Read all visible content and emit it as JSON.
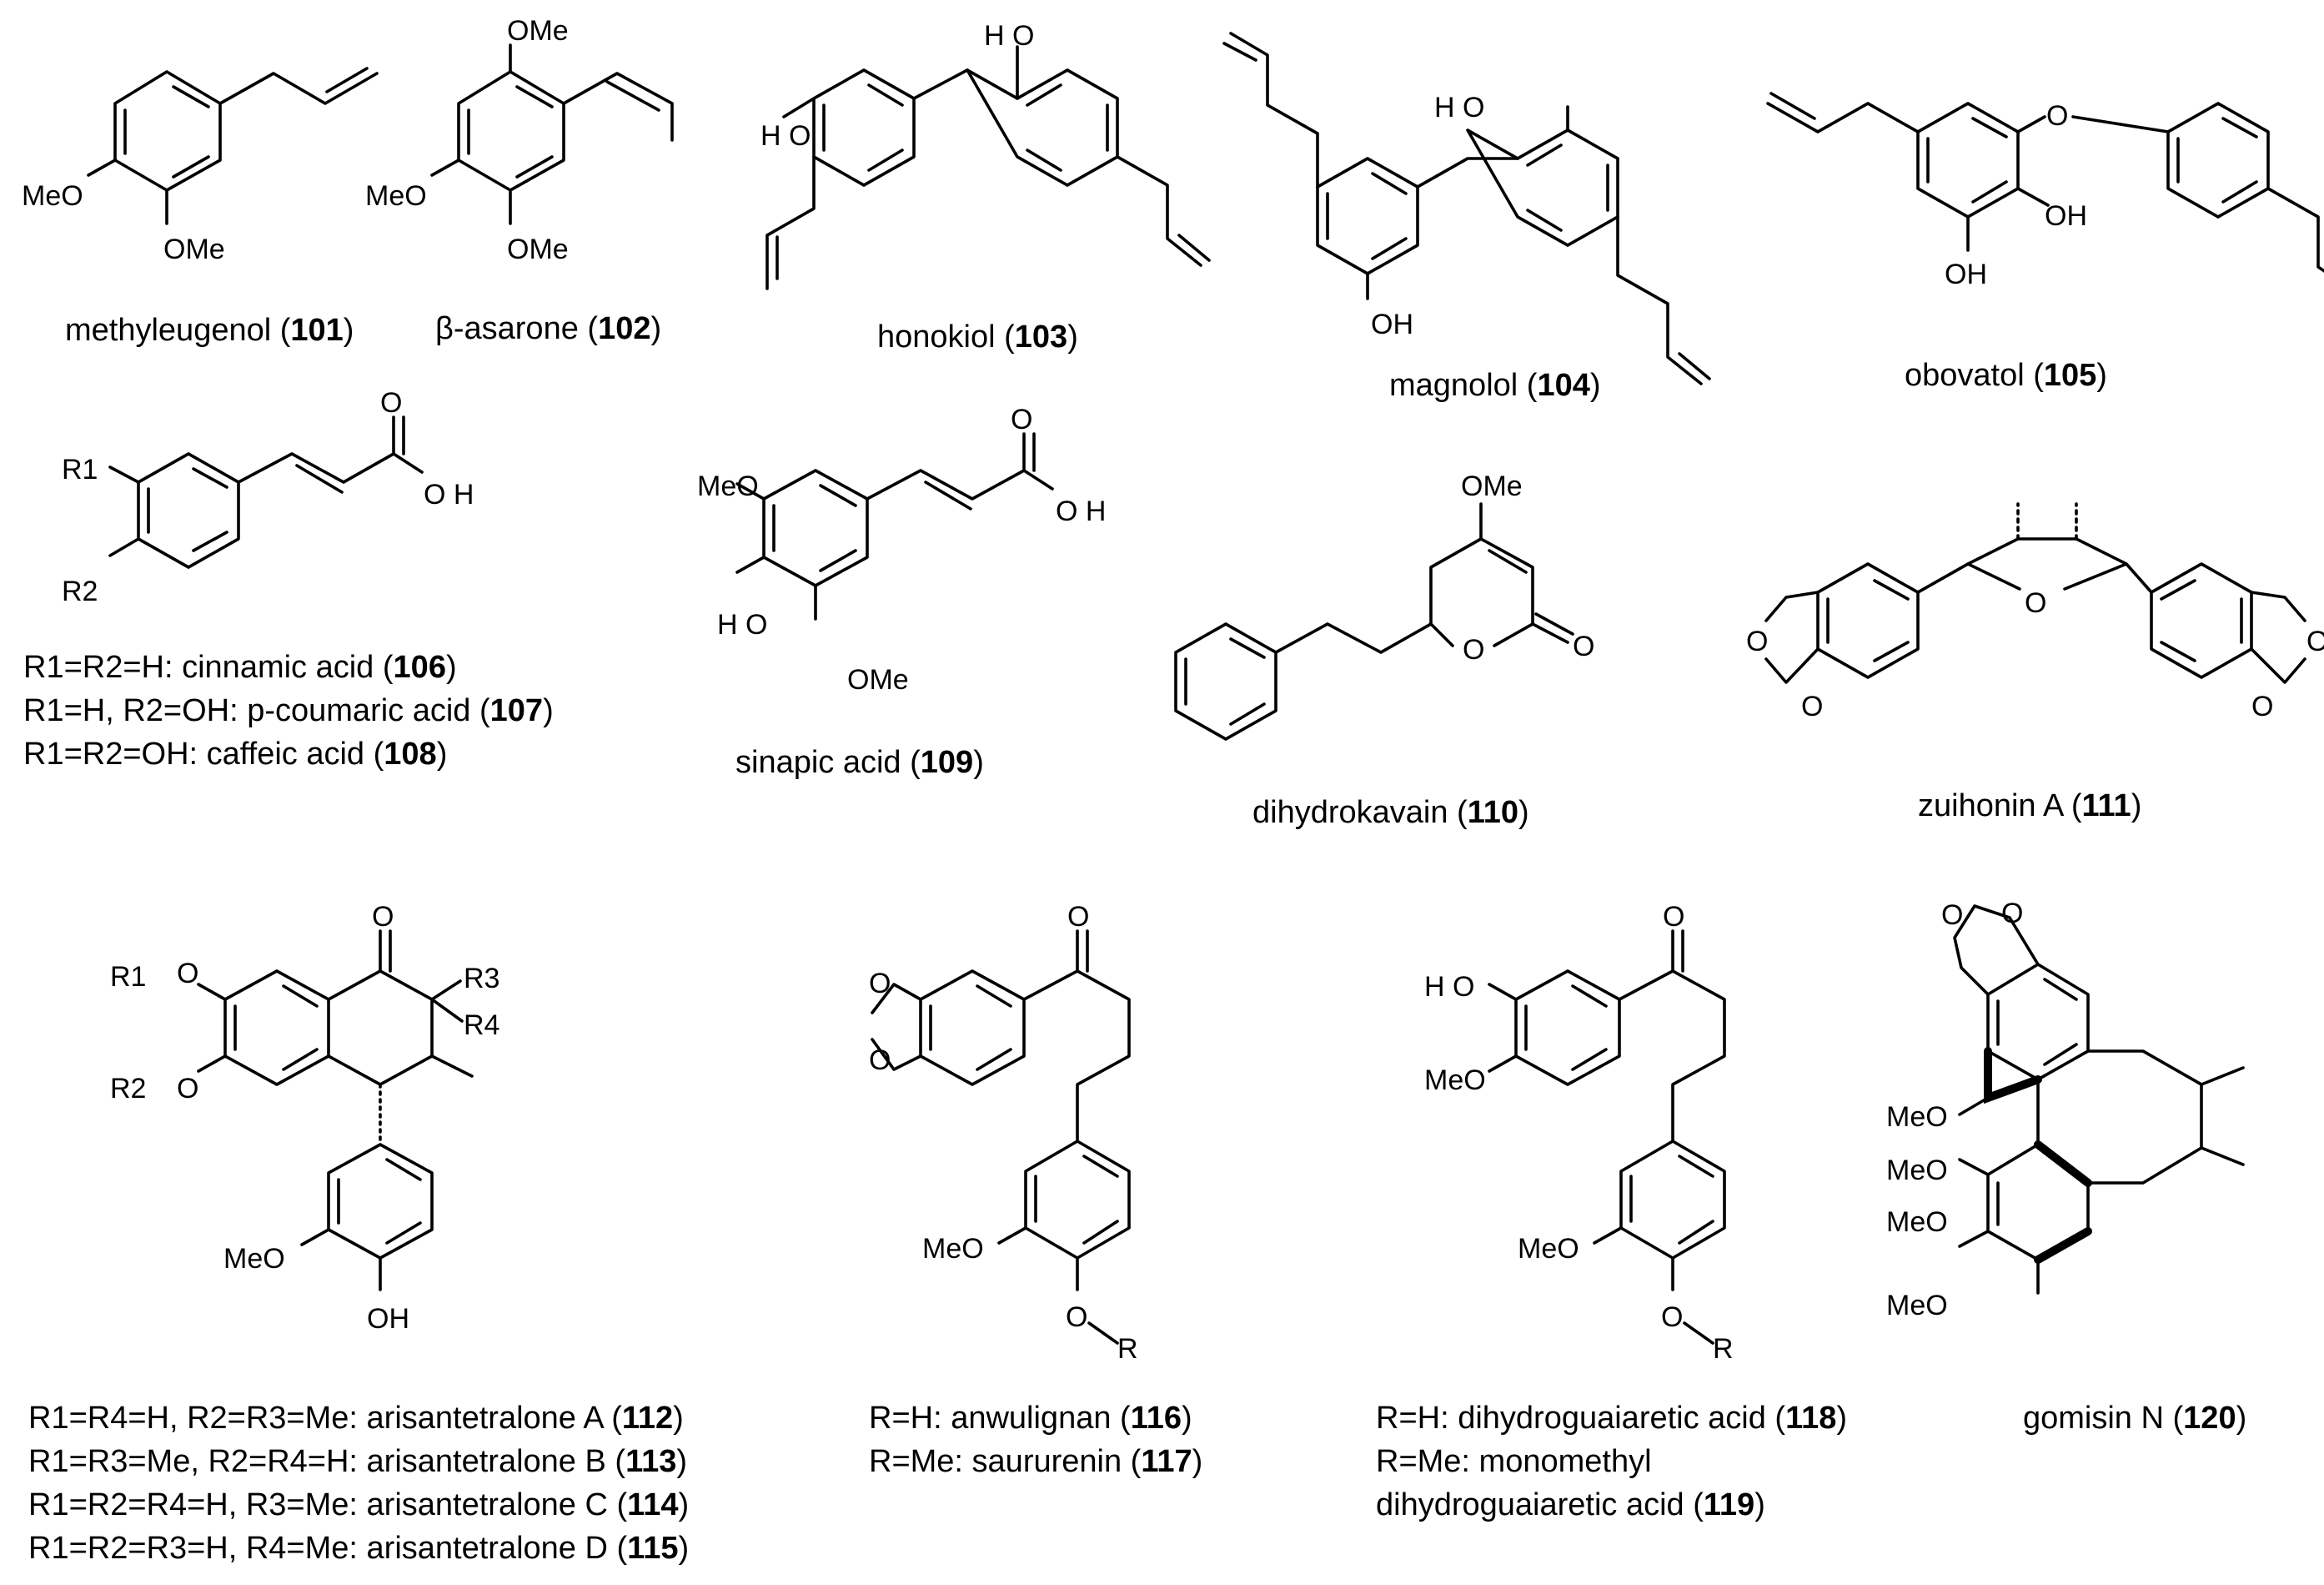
{
  "compounds": [
    {
      "name": "methyleugenol",
      "id": "101"
    },
    {
      "name": "β-asarone",
      "id": "102"
    },
    {
      "name": "honokiol",
      "id": "103"
    },
    {
      "name": "magnolol",
      "id": "104"
    },
    {
      "name": "obovatol",
      "id": "105"
    },
    {
      "name": "sinapic acid",
      "id": "109"
    },
    {
      "name": "dihydrokavain",
      "id": "110"
    },
    {
      "name": "zuihonin A",
      "id": "111"
    },
    {
      "name": "gomisin N",
      "id": "120"
    }
  ],
  "groups": {
    "acids_106_108": [
      {
        "subst": "R1=R2=H:",
        "name": "cinnamic acid",
        "id": "106"
      },
      {
        "subst": "R1=H, R2=OH:",
        "name": "p-coumaric acid",
        "id": "107"
      },
      {
        "subst": "R1=R2=OH:",
        "name": "caffeic acid",
        "id": "108"
      }
    ],
    "arisantetralones": [
      {
        "subst": "R1=R4=H, R2=R3=Me:",
        "name": "arisantetralone A",
        "id": "112"
      },
      {
        "subst": "R1=R3=Me, R2=R4=H:",
        "name": "arisantetralone B",
        "id": "113"
      },
      {
        "subst": "R1=R2=R4=H, R3=Me:",
        "name": "arisantetralone C",
        "id": "114"
      },
      {
        "subst": "R1=R2=R3=H, R4=Me:",
        "name": "arisantetralone D",
        "id": "115"
      }
    ],
    "lignans_116_117": [
      {
        "subst": "R=H:",
        "name": "anwulignan",
        "id": "116"
      },
      {
        "subst": "R=Me:",
        "name": "saururenin",
        "id": "117"
      }
    ],
    "lignans_118_119": [
      {
        "subst": "R=H:",
        "name": "dihydroguaiaretic acid",
        "id": "118"
      },
      {
        "subst": "R=Me:",
        "line1": "monomethyl",
        "line2": "dihydroguaiaretic acid",
        "id": "119"
      }
    ]
  },
  "atom_labels": {
    "MeO": "MeO",
    "OMe": "OMe",
    "HO": "H O",
    "OH": "OH",
    "O": "O",
    "R1": "R1",
    "R2": "R2",
    "R3": "R3",
    "R4": "R4",
    "R": "R",
    "OH_acid": "O H",
    "R1_dash": "R1",
    "R2_dash": "R2"
  }
}
